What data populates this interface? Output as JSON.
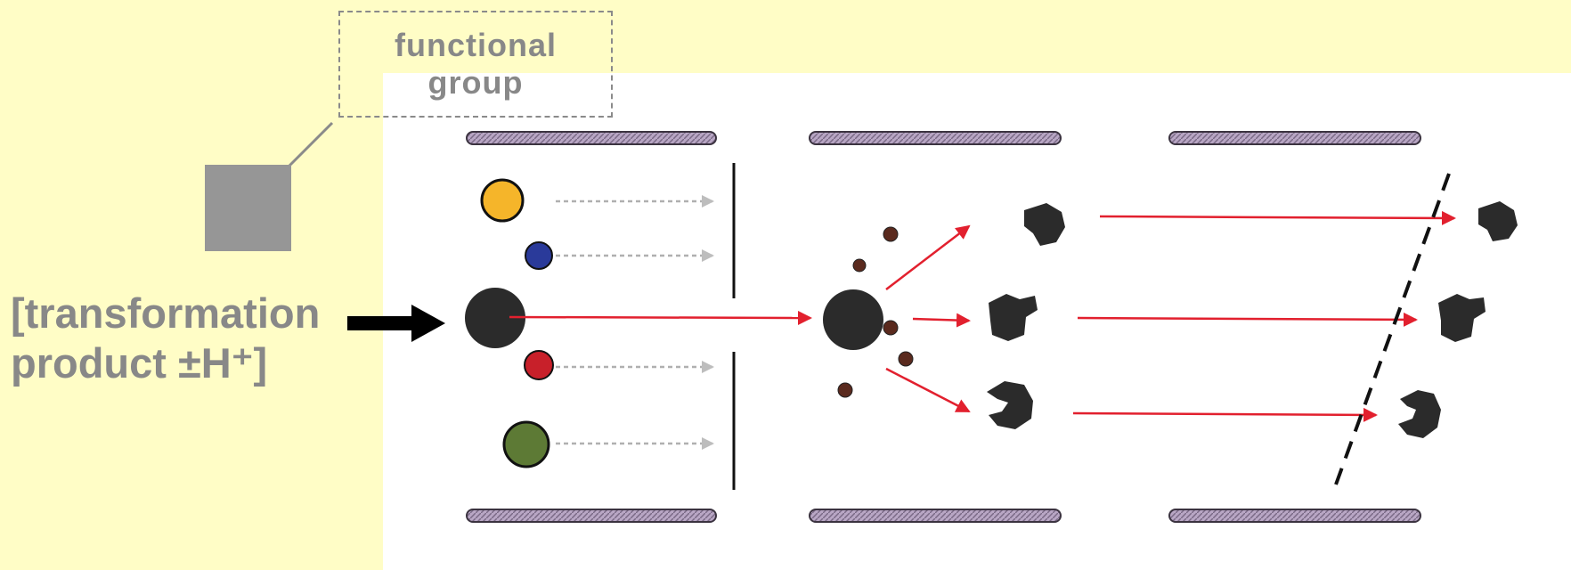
{
  "callout": {
    "line1": "functional",
    "line2": "group"
  },
  "label": {
    "line1": "[transformation",
    "line2": "product ±H⁺]"
  },
  "colors": {
    "background": "#fffdc6",
    "panel": "#ffffff",
    "rod": "#9c8aa6",
    "arrow_red": "#e2202e",
    "ion_dark": "#2b2b2b",
    "fragment_small": "#5a2a1e",
    "ion_yellow": "#f5b52a",
    "ion_blue": "#2a3a9a",
    "ion_red": "#c8202a",
    "ion_green": "#5d7a35",
    "square": "#969696"
  }
}
